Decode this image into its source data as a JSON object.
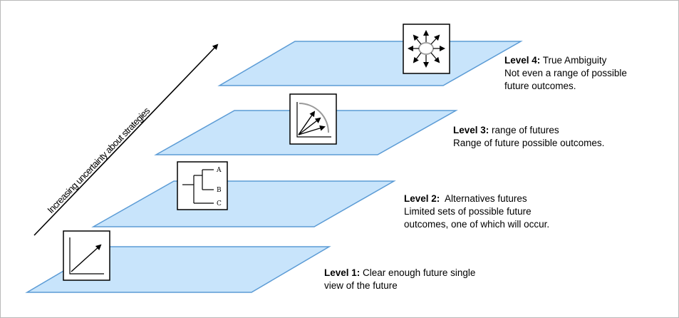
{
  "axis": {
    "label": "Increasing uncertainty about strategies"
  },
  "levels": [
    {
      "name": "Level 1:",
      "title": "Clear enough future single",
      "lines": [
        "view of the future"
      ],
      "icon": "trend-arrow-icon"
    },
    {
      "name": "Level 2:",
      "title": "Alternatives futures",
      "lines": [
        "Limited sets of possible future",
        "outcomes, one of which will occur."
      ],
      "icon": "decision-tree-icon",
      "branches": [
        "A",
        "B",
        "C"
      ]
    },
    {
      "name": "Level 3:",
      "title": "range of futures",
      "lines": [
        "Range of future possible outcomes."
      ],
      "icon": "range-arc-icon"
    },
    {
      "name": "Level 4:",
      "title": "True Ambiguity",
      "lines": [
        "Not even a range of possible",
        "future outcomes."
      ],
      "icon": "starburst-icon"
    }
  ],
  "colors": {
    "plane_fill": "#c8e4fb",
    "plane_stroke": "#5b9bd5",
    "frame": "#b9b9b9"
  }
}
